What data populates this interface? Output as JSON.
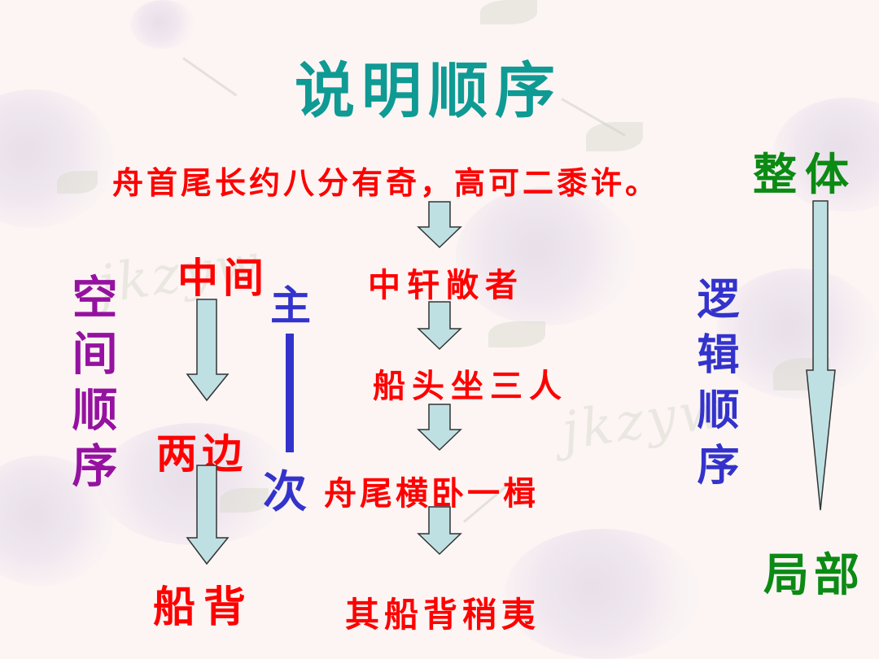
{
  "slide": {
    "title": "说明顺序",
    "source_sentence": "舟首尾长约八分有奇，高可二黍许。",
    "whole_part": {
      "top_label": "整体",
      "bottom_label": "局部"
    },
    "spatial_order": {
      "label": "空间顺序",
      "sequence": [
        "中间",
        "两边",
        "船背"
      ]
    },
    "primary_secondary": {
      "top_label": "主",
      "bottom_label": "次"
    },
    "logical_order": {
      "label": "逻辑顺序"
    },
    "center_sequence": [
      "中轩敞者",
      "船头坐三人",
      "舟尾横卧一楫",
      "其船背稍夷"
    ],
    "watermark": "jkzyw"
  },
  "colors": {
    "title": "#0f9a94",
    "content": "#ff0000",
    "whole_part": "#0b8a14",
    "spatial": "#9512a0",
    "logical": "#3333cc",
    "arrow_fill": "#bfe0e3",
    "arrow_stroke": "#333333",
    "background": "#fcf5f4"
  }
}
